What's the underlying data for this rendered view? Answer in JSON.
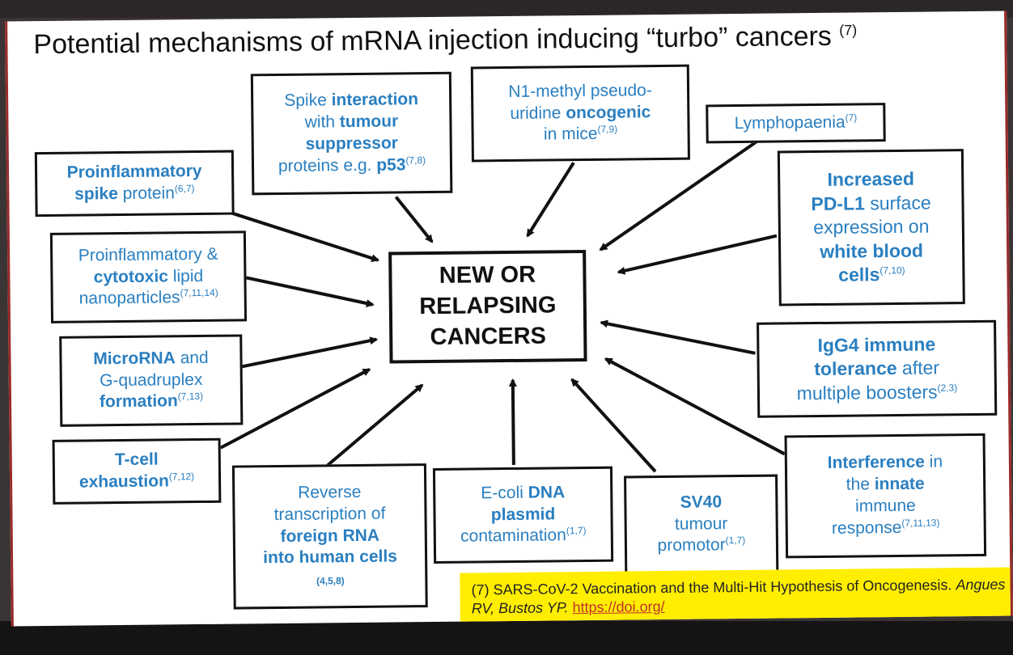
{
  "title": {
    "text": "Potential mechanisms of mRNA injection inducing “turbo” cancers",
    "ref": "(7)"
  },
  "center": {
    "line1": "NEW OR",
    "line2": "RELAPSING",
    "line3": "CANCERS"
  },
  "boxes": {
    "spike_interaction": {
      "t1": "Spike ",
      "t2": "interaction",
      "t3": "with ",
      "t4": "tumour",
      "t5": "suppressor",
      "t6": "proteins e.g. ",
      "t7": "p53",
      "ref": "(7,8)"
    },
    "n1_methyl": {
      "t1": "N1-methyl pseudo-",
      "t2": "uridine ",
      "t3": "oncogenic",
      "t4": "in mice",
      "ref": "(7,9)"
    },
    "lymphopaenia": {
      "t1": "Lymphopaenia",
      "ref": "(7)"
    },
    "proinflammatory_spike": {
      "t1": "Proinflammatory",
      "t2": "spike",
      "t3": " protein",
      "ref": "(6,7)"
    },
    "pdl1": {
      "t1": "Increased",
      "t2": "PD-L1",
      "t3": " surface",
      "t4": "expression on",
      "t5": "white blood",
      "t6": "cells",
      "ref": "(7,10)"
    },
    "lipid": {
      "t1": "Proinflammatory &",
      "t2": "cytotoxic",
      "t3": "  lipid",
      "t4": "nanoparticles",
      "ref": "(7,11,14)"
    },
    "microrna": {
      "t1": "MicroRNA",
      "t2": " and",
      "t3": "G-quadruplex",
      "t4": "formation",
      "ref": "(7,13)"
    },
    "igg4": {
      "t1": "IgG4 immune",
      "t2": "tolerance",
      "t3": " after",
      "t4": "multiple boosters",
      "ref": "(2,3)"
    },
    "tcell": {
      "t1": "T-cell",
      "t2": "exhaustion",
      "ref": "(7,12)"
    },
    "reverse": {
      "t1": "Reverse",
      "t2": "transcription of",
      "t3": "foreign RNA",
      "t4": "into human cells",
      "ref": "(4,5,8)"
    },
    "ecoli": {
      "t1": "E-coli ",
      "t2": "DNA",
      "t3": "plasmid",
      "t4": "contamination",
      "ref": "(1,7)"
    },
    "sv40": {
      "t1": "SV40",
      "t2": "tumour",
      "t3": "promotor",
      "ref": "(1,7)"
    },
    "innate": {
      "t1": "Interference",
      "t2": " in",
      "t3": "the ",
      "t4": "innate",
      "t5": "immune",
      "t6": "response",
      "ref": "(7,11,13)"
    }
  },
  "reference": {
    "num": "(7)",
    "text": " SARS-CoV-2 Vaccination and the Multi-Hit Hypothesis of Oncogenesis. ",
    "authors": "Angues RV, Bustos YP.",
    "link": "https://doi.org/"
  }
}
